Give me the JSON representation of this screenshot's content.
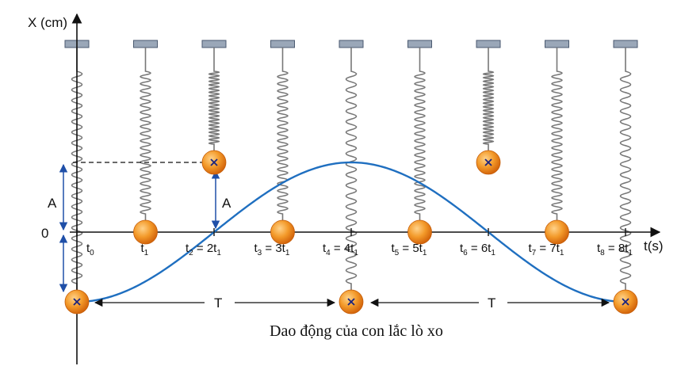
{
  "axes": {
    "y_label": "X (cm)",
    "x_label": "t(s)",
    "origin_label": "0"
  },
  "amplitude_label": "A",
  "period_label": "T",
  "caption": "Dao động của con lắc lò xo",
  "time_labels": [
    {
      "main": "t",
      "sub": "0",
      "extra": ""
    },
    {
      "main": "t",
      "sub": "1",
      "extra": ""
    },
    {
      "main": "t",
      "sub": "2",
      "extra": " = 2t",
      "extra_sub": "1"
    },
    {
      "main": "t",
      "sub": "3",
      "extra": " = 3t",
      "extra_sub": "1"
    },
    {
      "main": "t",
      "sub": "4",
      "extra": " = 4t",
      "extra_sub": "1"
    },
    {
      "main": "t",
      "sub": "5",
      "extra": " = 5t",
      "extra_sub": "1"
    },
    {
      "main": "t",
      "sub": "6",
      "extra": " = 6t",
      "extra_sub": "1"
    },
    {
      "main": "t",
      "sub": "7",
      "extra": " = 7t",
      "extra_sub": "1"
    },
    {
      "main": "t",
      "sub": "8",
      "extra": " = 8t",
      "extra_sub": "1"
    }
  ],
  "positions": [
    -1,
    0,
    1,
    0,
    -1,
    0,
    1,
    0,
    -1
  ],
  "colors": {
    "curve": "#1f6fc0",
    "ball": "#f08a1c",
    "spring": "#777777",
    "support": "#9aa7b8",
    "arrow": "#1f4fa8"
  }
}
